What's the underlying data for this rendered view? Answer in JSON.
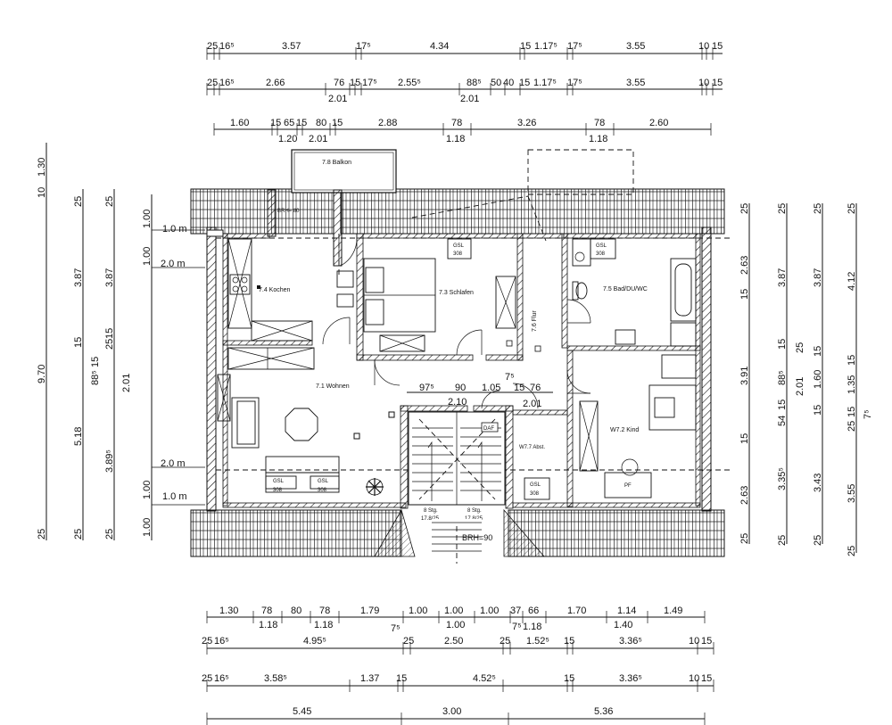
{
  "dims_top": {
    "row1": [
      "25",
      "16⁵",
      "3.57",
      "17⁵",
      "4.34",
      "15",
      "1.17⁵",
      "17⁵",
      "3.55",
      "10",
      "15"
    ],
    "row2": [
      "25",
      "16⁵",
      "2.66",
      "76",
      "15",
      "17⁵",
      "2.55⁵",
      "88⁵",
      "50",
      "40",
      "15",
      "1.17⁵",
      "17⁵",
      "3.55",
      "10",
      "15"
    ],
    "row2_sub": [
      "2.01",
      "2.01"
    ],
    "row3": [
      "1.60",
      "15",
      "65",
      "15",
      "80",
      "15",
      "2.88",
      "78",
      "3.26",
      "78",
      "2.60"
    ],
    "row3_sub": [
      "1.20",
      "2.01",
      "1.18",
      "1.18"
    ]
  },
  "dims_bottom": {
    "row1": [
      "1.30",
      "78",
      "80",
      "78",
      "1.79",
      "1.00",
      "1.00",
      "1.00",
      "37",
      "66",
      "1.70",
      "1.14",
      "1.49"
    ],
    "row1_sub": [
      "1.18",
      "1.18",
      "7⁵",
      "1.00",
      "7⁵",
      "1.18",
      "1.40"
    ],
    "row2": [
      "25",
      "16⁵",
      "4.95⁵",
      "25",
      "2.50",
      "25",
      "1.52⁵",
      "15",
      "3.36⁵",
      "10",
      "15"
    ],
    "row3": [
      "25",
      "16⁵",
      "3.58⁵",
      "1.37",
      "15",
      "4.52⁵",
      "15",
      "3.36⁵",
      "10",
      "15"
    ],
    "row4": [
      "5.45",
      "3.00",
      "5.36"
    ]
  },
  "dims_left": {
    "col1": [
      "10",
      "1.30",
      "9.70",
      "25"
    ],
    "col2": [
      "25",
      "3.87",
      "15",
      "15",
      "88⁵",
      "5.18",
      "25"
    ],
    "col3": [
      "25",
      "3.87",
      "25",
      "15",
      "2.01",
      "3.89⁵",
      "25"
    ],
    "col4": [
      "1.00",
      "1.00",
      "1.00",
      "1.00"
    ],
    "heights": [
      "1.0 m",
      "2.0 m",
      "2.0 m",
      "1.0 m"
    ]
  },
  "dims_right": {
    "col1": [
      "25",
      "2.63",
      "15",
      "3.91",
      "15",
      "2.63",
      "25"
    ],
    "col2": [
      "25",
      "3.87",
      "15",
      "15",
      "54",
      "88⁵",
      "3.35⁵",
      "25"
    ],
    "col3": [
      "25",
      "3.87",
      "25",
      "15",
      "2.01",
      "1.60",
      "15",
      "3.43",
      "25"
    ],
    "col4": [
      "25",
      "4.12",
      "15",
      "1.35",
      "15",
      "25",
      "7⁵",
      "3.55",
      "25"
    ]
  },
  "rooms": {
    "balkon": "7.8 Balkon",
    "kochen": "7.4 Kochen",
    "schlafen": "7.3 Schlafen",
    "flur": "7.6 Flur",
    "bad": "7.5 Bad/DU/WC",
    "wohnen": "7.1 Wohnen",
    "kind": "W7.2 Kind",
    "abst": "W7.7 Abst."
  },
  "interior_dims": [
    "97⁵",
    "90",
    "1.05",
    "15",
    "76",
    "7⁵",
    "2.10",
    "2.01"
  ],
  "stairs": {
    "left": "8 Stg.",
    "left_ratio": "17.8/25",
    "right": "8 Stg.",
    "right_ratio": "17.8/25",
    "brh": "BRH=90",
    "brh_top": "BRH= 80"
  },
  "labels": {
    "gsl": "GSL",
    "num": "308",
    "daf": "DAF",
    "pf": "PF"
  }
}
